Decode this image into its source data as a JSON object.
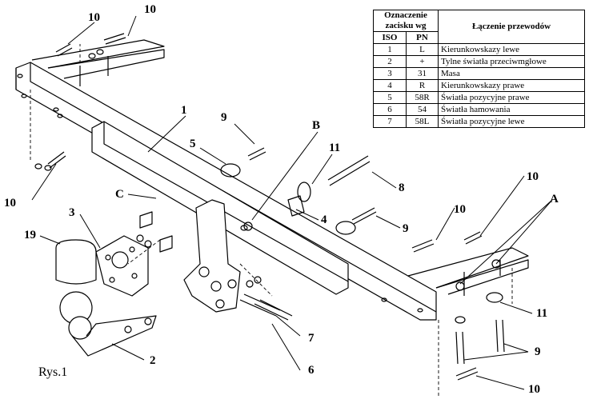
{
  "table": {
    "header_group": "Oznaczenie zacisku wg",
    "header_iso": "ISO",
    "header_pn": "PN",
    "header_desc": "Łączenie przewodów",
    "rows": [
      {
        "iso": "1",
        "pn": "L",
        "desc": "Kierunkowskazy lewe"
      },
      {
        "iso": "2",
        "pn": "+",
        "desc": "Tylne światła przeciwmgłowe"
      },
      {
        "iso": "3",
        "pn": "31",
        "desc": "Masa"
      },
      {
        "iso": "4",
        "pn": "R",
        "desc": "Kierunkowskazy prawe"
      },
      {
        "iso": "5",
        "pn": "58R",
        "desc": "Światła pozycyjne prawe"
      },
      {
        "iso": "6",
        "pn": "54",
        "desc": "Światła hamowania"
      },
      {
        "iso": "7",
        "pn": "58L",
        "desc": "Światła pozycyjne lewe"
      }
    ]
  },
  "callouts": {
    "c10_top_left": "10",
    "c10_top_mid": "10",
    "c1": "1",
    "c9_mid": "9",
    "c5": "5",
    "cB": "B",
    "c11_mid": "11",
    "c8": "8",
    "c10_left": "10",
    "cC": "C",
    "c3": "3",
    "c4": "4",
    "c19": "19",
    "c9_right": "9",
    "c10_right_top": "10",
    "c10_right_mid": "10",
    "cA": "A",
    "c11_right": "11",
    "c7": "7",
    "c2": "2",
    "c9_bottom": "9",
    "c6": "6",
    "c10_bottom": "10"
  },
  "caption": "Rys.1"
}
